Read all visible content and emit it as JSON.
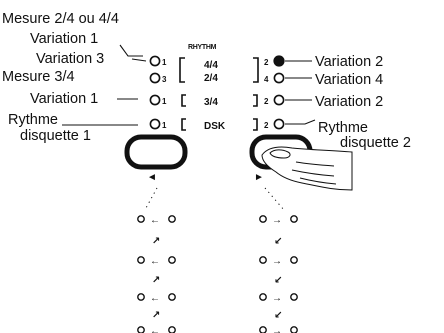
{
  "panel": {
    "title": "RHYTHM",
    "bracket_left_top": "4/4",
    "bracket_left_bottom": "2/4",
    "row3_center": "3/4",
    "row4_center": "DSK",
    "num_1": "1",
    "num_2": "2",
    "num_3": "3",
    "num_4": "4"
  },
  "labels": {
    "left_1": "Mesure 2/4 ou 4/4",
    "left_2": "Variation 1",
    "left_3": "Variation 3",
    "left_4": "Mesure 3/4",
    "left_5": "Variation 1",
    "left_6": "Rythme",
    "left_7": "disquette 1",
    "right_1": "Variation 2",
    "right_2": "Variation 4",
    "right_3": "Variation 2",
    "right_4": "Rythme",
    "right_5": "disquette 2"
  },
  "buttons": {
    "left_arrow": "◄",
    "right_arrow": "►"
  },
  "sequence_arrows": {
    "left_row": "←",
    "right_row": "→",
    "diag_left": "↗",
    "diag_right": "↙"
  }
}
